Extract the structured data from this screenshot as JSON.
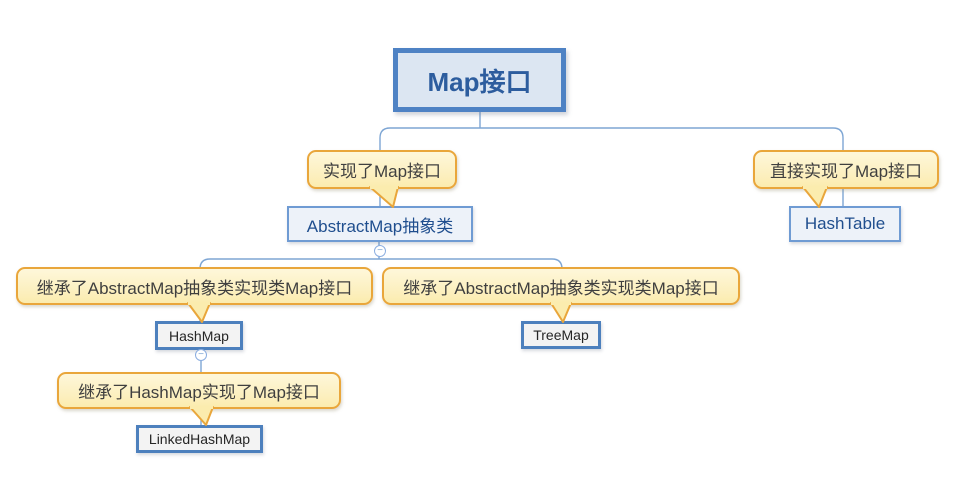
{
  "diagram": {
    "nodes": {
      "map": {
        "label": "Map接口"
      },
      "abstractmap": {
        "label": "AbstractMap抽象类"
      },
      "hashtable": {
        "label": "HashTable"
      },
      "hashmap": {
        "label": "HashMap"
      },
      "treemap": {
        "label": "TreeMap"
      },
      "linkedhashmap": {
        "label": "LinkedHashMap"
      }
    },
    "callouts": {
      "implements_map": {
        "label": "实现了Map接口"
      },
      "directly_implements_map": {
        "label": "直接实现了Map接口"
      },
      "extends_abstractmap_left": {
        "label": "继承了AbstractMap抽象类实现类Map接口"
      },
      "extends_abstractmap_right": {
        "label": "继承了AbstractMap抽象类实现类Map接口"
      },
      "extends_hashmap": {
        "label": "继承了HashMap实现了Map接口"
      }
    },
    "toggles": {
      "collapse_symbol": "−"
    },
    "colors": {
      "central_border": "#4e82c4",
      "central_fill": "#dce6f2",
      "central_text": "#2d5d9e",
      "subtopic_border": "#6f9bd3",
      "subtopic_fill": "#edf2f9",
      "subtopic_text": "#1f4e8e",
      "leaf_border": "#4d80bd",
      "leaf_fill": "#f3f3f3",
      "leaf_text": "#262626",
      "callout_border": "#e9a63b",
      "callout_fill": "#fcefbd",
      "callout_text": "#3f3f3f",
      "connector": "#7ea6d4",
      "background": "#ffffff"
    }
  }
}
